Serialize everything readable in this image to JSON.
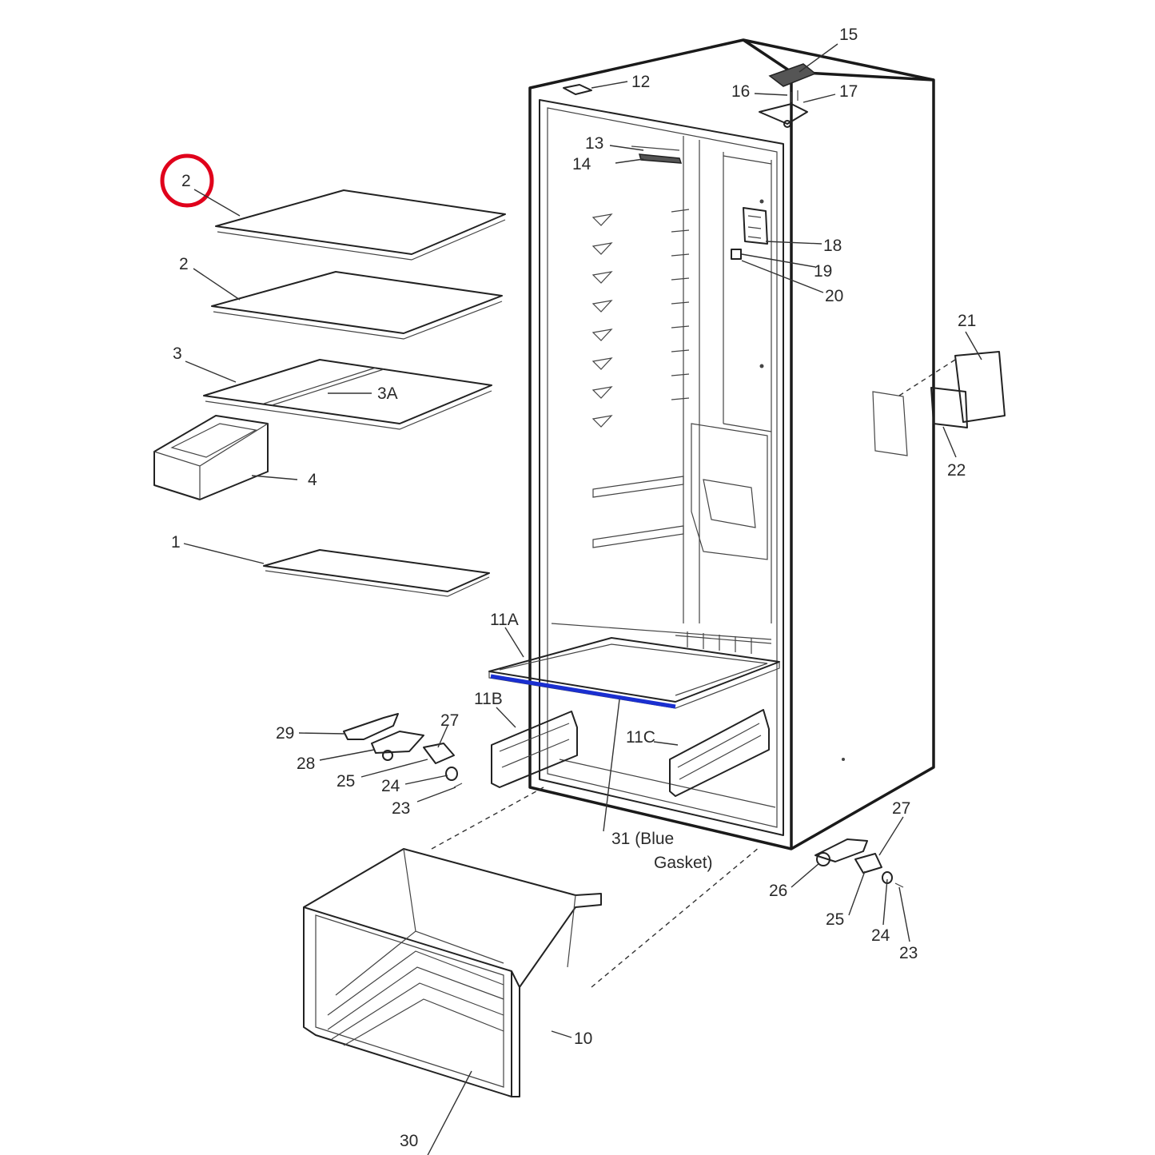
{
  "labels": {
    "l1": "1",
    "l2a": "2",
    "l2b": "2",
    "l3": "3",
    "l3a": "3A",
    "l4": "4",
    "l10": "10",
    "l11a": "11A",
    "l11b": "11B",
    "l11c": "11C",
    "l12": "12",
    "l13": "13",
    "l14": "14",
    "l15": "15",
    "l16": "16",
    "l17": "17",
    "l18": "18",
    "l19": "19",
    "l20": "20",
    "l21": "21",
    "l22": "22",
    "l23a": "23",
    "l24a": "24",
    "l25a": "25",
    "l27a": "27",
    "l28": "28",
    "l29": "29",
    "l23b": "23",
    "l24b": "24",
    "l25b": "25",
    "l26": "26",
    "l27b": "27",
    "l30": "30",
    "l31a": "31 (Blue",
    "l31b": "Gasket)"
  },
  "colors": {
    "highlight_circle": "#e0001b",
    "gasket": "#1a2fd0"
  }
}
